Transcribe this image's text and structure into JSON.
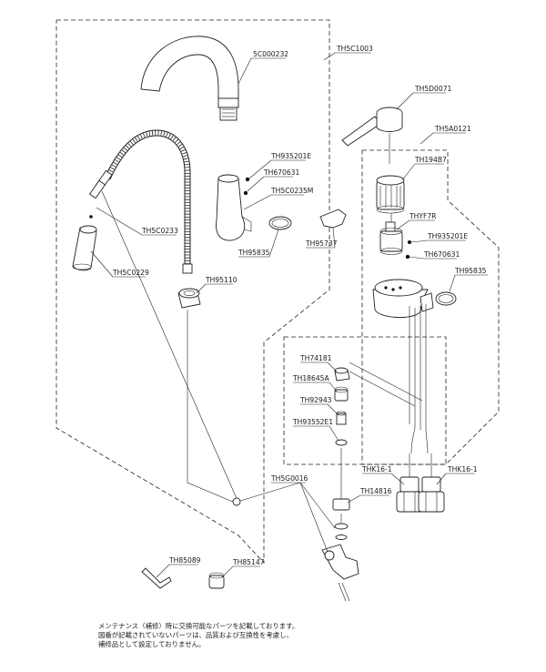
{
  "diagram": {
    "labels": {
      "spout": "5C000232",
      "spout_group": "TH5C1003",
      "hose_group": "TH5C0233",
      "spray_head": "TH5C0229",
      "spout_base": "TH5C0235M",
      "screw": "TH935201E",
      "washer": "TH670631",
      "oring_left": "TH95835",
      "clip_left": "TH95737",
      "hose_nut": "TH95110",
      "lever_handle": "TH5D0071",
      "valve_group": "TH5A0121",
      "cap": "TH194B7",
      "cartridge": "THYF7R",
      "screw_right": "TH935201E",
      "washer_right": "TH670631",
      "oring_right": "TH95835",
      "part_74181": "TH74181",
      "part_18645": "TH18645A",
      "part_92943": "TH92943",
      "part_93552": "TH93552E1",
      "valve_set": "TH5G0016",
      "supply_nut": "TH14816",
      "adapter_left": "THK16-1",
      "adapter_right": "THK16-1",
      "hex_key": "TH85089",
      "cap_small": "TH85147"
    },
    "note_lines": [
      "メンテナンス（補修）時に交換可能なパーツを記載しております。",
      "図番が記載されていないパーツは、品質および互換性を考慮し、",
      "補修品として設定しておりません。"
    ]
  }
}
